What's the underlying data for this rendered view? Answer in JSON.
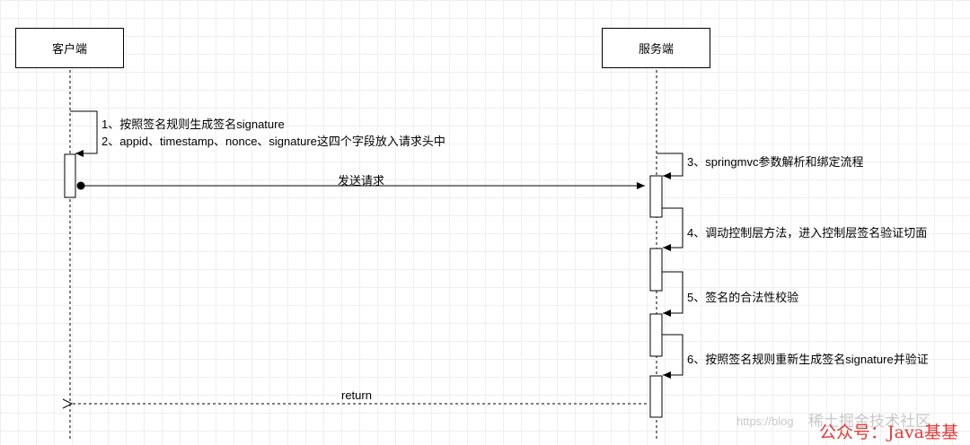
{
  "participants": {
    "client": "客户端",
    "server": "服务端"
  },
  "steps": {
    "step1": "1、按照签名规则生成签名signature",
    "step2": "2、appid、timestamp、nonce、signature这四个字段放入请求头中",
    "send_request": "发送请求",
    "step3": "3、springmvc参数解析和绑定流程",
    "step4": "4、调动控制层方法，进入控制层签名验证切面",
    "step5": "5、签名的合法性校验",
    "step6": "6、按照签名规则重新生成签名signature并验证",
    "return": "return"
  },
  "watermark": {
    "url_text": "https://blog",
    "community": "稀土掘金技术社区",
    "account": "公众号：Java基基"
  },
  "colors": {
    "line": "#000000",
    "watermark_red": "#e53935",
    "watermark_gray": "#c8c8c8"
  }
}
